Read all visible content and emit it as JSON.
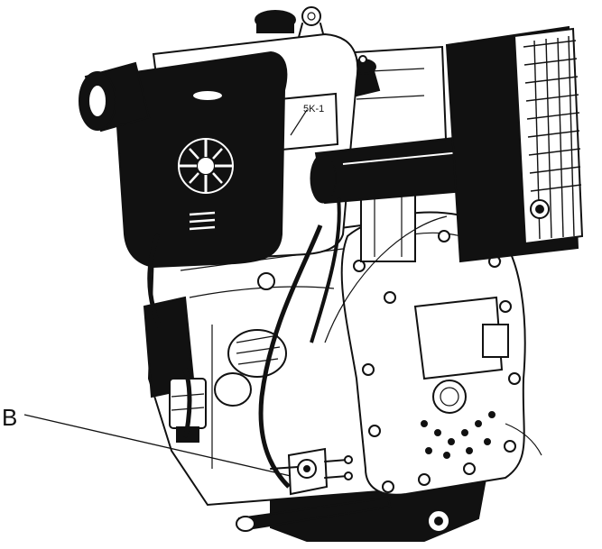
{
  "figure": {
    "callouts": [
      {
        "id": "B",
        "label": "B"
      }
    ],
    "plate_text": "5K-1",
    "colors": {
      "ink": "#111111",
      "paper": "#ffffff"
    }
  }
}
